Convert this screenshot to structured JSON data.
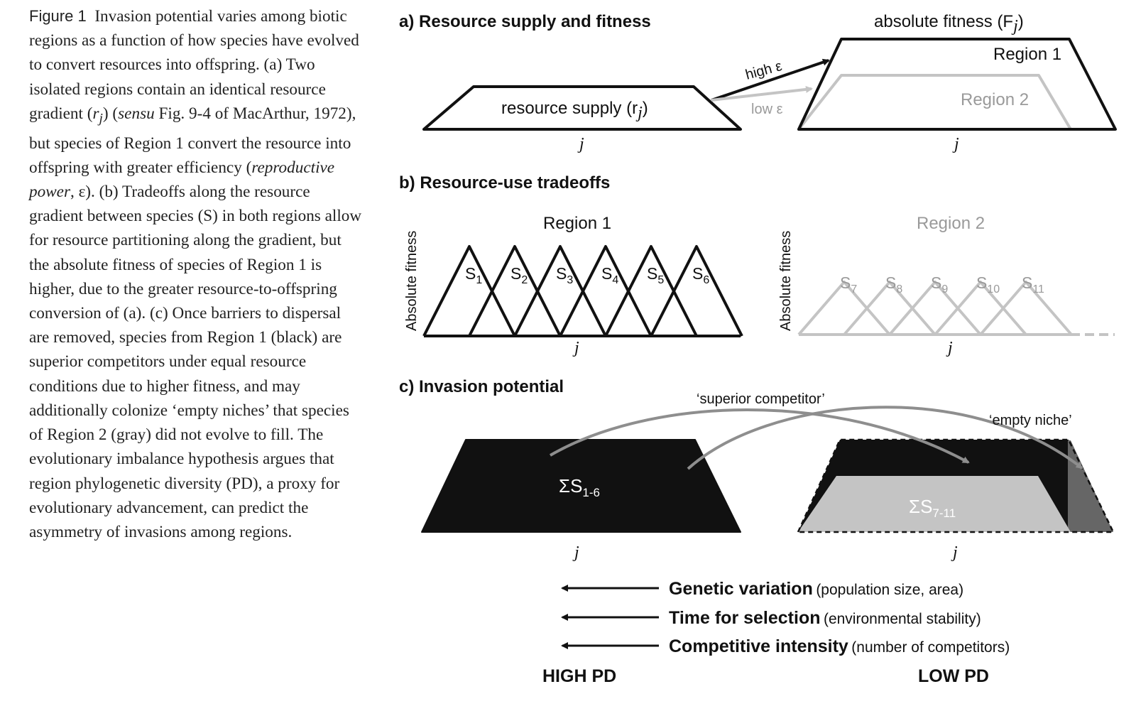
{
  "caption": {
    "label": "Figure 1",
    "p1": "Invasion potential varies among biotic regions as a function of how species have evolved to convert resources into offspring. (a) Two isolated regions contain an identical resource gradient (",
    "rj_r": "r",
    "rj_j": "j",
    "p2": ") (",
    "sensu": "sensu",
    "p3": " Fig. 9-4 of MacArthur, 1972), but species of Region 1 convert the resource into offspring with greater efficiency (",
    "repro": "reproductive power",
    "p4": ", ε). (b) Tradeoffs along the resource gradient between species (S) in both regions allow for resource partitioning along the gradient, but the absolute fitness of species of Region 1 is higher, due to the greater resource-to-offspring conversion of (a). (c) Once barriers to dispersal are removed, species from Region 1 (black) are superior competitors under equal resource conditions due to higher fitness, and may additionally colonize ‘empty niches’ that species of Region 2 (gray) did not evolve to fill. The evolutionary imbalance hypothesis argues that region phylogenetic diversity (PD), a proxy for evolutionary advancement, can predict the asymmetry of invasions among regions."
  },
  "panel_a": {
    "title": "a) Resource supply and fitness",
    "resource_label": "resource supply (r",
    "resource_sub": "j",
    "resource_close": ")",
    "fitness_label": "absolute fitness (F",
    "fitness_sub": "j",
    "fitness_close": ")",
    "region1": "Region 1",
    "region2": "Region 2",
    "high_eps": "high ε",
    "low_eps": "low ε",
    "axis_j": "j"
  },
  "panel_b": {
    "title": "b) Resource-use tradeoffs",
    "region1": "Region 1",
    "region2": "Region 2",
    "ylabel": "Absolute fitness",
    "axis_j": "j",
    "s_letter": "S",
    "species_r1": [
      "1",
      "2",
      "3",
      "4",
      "5",
      "6"
    ],
    "species_r2": [
      "7",
      "8",
      "9",
      "10",
      "11"
    ]
  },
  "panel_c": {
    "title": "c) Invasion potential",
    "superior": "‘superior competitor’",
    "empty_niche": "‘empty niche’",
    "sigma": "ΣS",
    "sum_r1": "1-6",
    "sum_r2": "7-11",
    "axis_j": "j"
  },
  "drivers": [
    {
      "bold": "Genetic variation",
      "note": "(population size, area)"
    },
    {
      "bold": "Time for selection",
      "note": "(environmental stability)"
    },
    {
      "bold": "Competitive intensity",
      "note": "(number of competitors)"
    }
  ],
  "pd": {
    "high": "HIGH PD",
    "low": "LOW PD"
  },
  "colors": {
    "black": "#111111",
    "gray": "#c4c4c4",
    "dark_gray": "#666666",
    "arrow_gray": "#8e8e8e",
    "text_gray": "#9a9a9a"
  }
}
